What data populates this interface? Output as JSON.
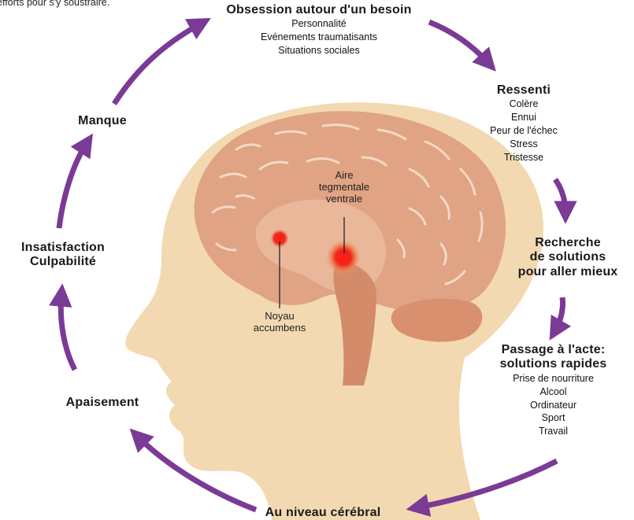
{
  "top_fragment": "efforts pour s'y soustraire.",
  "cycle": {
    "obsession": {
      "title": "Obsession autour d'un besoin",
      "items": [
        "Personnalité",
        "Evénements traumatisants",
        "Situations sociales"
      ]
    },
    "ressenti": {
      "title": "Ressenti",
      "items": [
        "Colère",
        "Ennui",
        "Peur de l'échec",
        "Stress",
        "Tristesse"
      ]
    },
    "recherche": {
      "lines": [
        "Recherche",
        "de solutions",
        "pour aller mieux"
      ]
    },
    "passage": {
      "lines": [
        "Passage à l'acte:",
        "solutions rapides"
      ],
      "items": [
        "Prise de nourriture",
        "Alcool",
        "Ordinateur",
        "Sport",
        "Travail"
      ]
    },
    "cerebral": {
      "title": "Au niveau cérébral"
    },
    "apaisement": {
      "title": "Apaisement"
    },
    "insatisfaction": {
      "lines": [
        "Insatisfaction",
        "Culpabilité"
      ]
    },
    "manque": {
      "title": "Manque"
    }
  },
  "brain_labels": {
    "aire": [
      "Aire",
      "tegmentale",
      "ventrale"
    ],
    "noyau": [
      "Noyau",
      "accumbens"
    ]
  },
  "colors": {
    "arrow": "#7b3a96",
    "skin": "#f3d9b1",
    "brain": "#e0a383",
    "hotspot": "#e8231d"
  }
}
